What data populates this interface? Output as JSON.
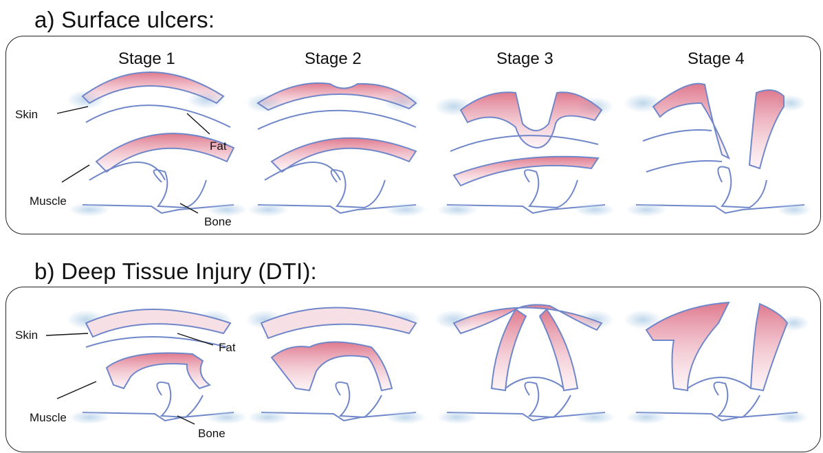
{
  "sections": [
    {
      "title": "a) Surface ulcers:",
      "stages": [
        "Stage 1",
        "Stage 2",
        "Stage 3",
        "Stage 4"
      ],
      "labels": {
        "skin": "Skin",
        "fat": "Fat",
        "muscle": "Muscle",
        "bone": "Bone"
      }
    },
    {
      "title": "b) Deep Tissue Injury (DTI):",
      "labels": {
        "skin": "Skin",
        "fat": "Fat",
        "muscle": "Muscle",
        "bone": "Bone"
      }
    }
  ],
  "colors": {
    "tissue_red": "#d9627a",
    "tissue_blue": "#6f86c9",
    "shadow_blue": "#b9d3ea",
    "outline": "#222222"
  }
}
